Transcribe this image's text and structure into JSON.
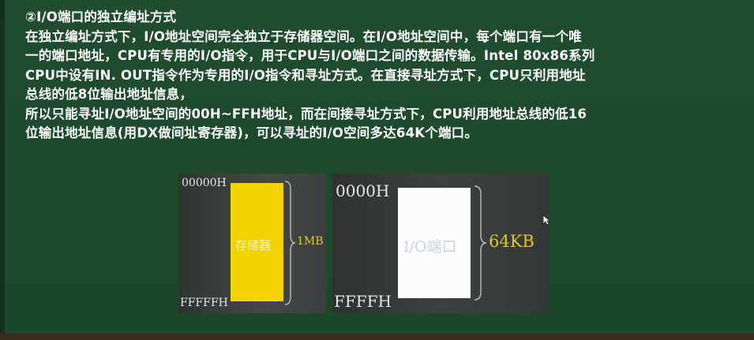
{
  "slide": {
    "lines": [
      "②I/O端口的独立编址方式",
      "在独立编址方式下，I/O地址空间完全独立于存储器空间。在I/O地址空间中，每个端口有一个唯",
      "一的端口地址，CPU有专用的I/O指令，用于CPU与I/O端口之间的数据传输。Intel 80x86系列",
      "CPU中设有IN. OUT指令作为专用的I/O指令和寻址方式。在直接寻址方式下，CPU只利用地址",
      "总线的低8位输出地址信息，",
      "所以只能寻址I/O地址空间的00H~FFH地址，而在间接寻址方式下，CPU利用地址总线的低16",
      "位输出地址信息(用DX做间址寄存器)，可以寻址的I/O空间多达64K个端口。"
    ]
  },
  "figure_memory": {
    "top_address": "00000H",
    "bottom_address": "FFFFFH",
    "block_label": "存储器",
    "size_label": "1MB",
    "block_color": "#f2d500"
  },
  "figure_io": {
    "top_address": "0000H",
    "bottom_address": "FFFFH",
    "block_label": "I/O端口",
    "size_label": "64KB",
    "block_color": "#fbfdfd"
  },
  "colors": {
    "background": "#1e4a2c",
    "text": "#ffffff",
    "accent_size_label": "#e8c23a"
  }
}
